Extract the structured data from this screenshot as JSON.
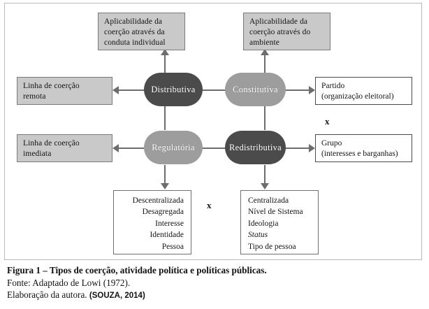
{
  "figure": {
    "top_boxes": [
      {
        "id": "aplicabilidade-conduta",
        "lines": [
          "Aplicabilidade da",
          "coerção através da",
          "conduta individual"
        ]
      },
      {
        "id": "aplicabilidade-ambiente",
        "lines": [
          "Aplicabilidade da",
          "coerção através do",
          "ambiente"
        ]
      }
    ],
    "left_boxes": [
      {
        "id": "linha-remota",
        "lines": [
          "Linha de coerção",
          "remota"
        ]
      },
      {
        "id": "linha-imediata",
        "lines": [
          "Linha de coerção",
          "imediata"
        ]
      }
    ],
    "nodes": [
      {
        "id": "distributiva",
        "label": "Distributiva",
        "tone": "dark",
        "color": "#4b4b4b"
      },
      {
        "id": "constitutiva",
        "label": "Constitutiva",
        "tone": "light",
        "color": "#9d9d9d"
      },
      {
        "id": "regulatoria",
        "label": "Regulatória",
        "tone": "light",
        "color": "#9d9d9d"
      },
      {
        "id": "redistributiva",
        "label": "Redistributiva",
        "tone": "dark",
        "color": "#4b4b4b"
      }
    ],
    "right_boxes": [
      {
        "id": "partido",
        "lines": [
          "Partido",
          "(organização eleitoral)"
        ]
      },
      {
        "id": "grupo",
        "lines": [
          "Grupo",
          "(interesses e barganhas)"
        ]
      }
    ],
    "bottom_lists": [
      {
        "id": "lista-descentralizada",
        "align": "right",
        "items": [
          {
            "text": "Descentralizada",
            "italic": false
          },
          {
            "text": "Desagregada",
            "italic": false
          },
          {
            "text": "Interesse",
            "italic": false
          },
          {
            "text": "Identidade",
            "italic": false
          },
          {
            "text": "Pessoa",
            "italic": false
          }
        ]
      },
      {
        "id": "lista-centralizada",
        "align": "left",
        "items": [
          {
            "text": "Centralizada",
            "italic": false
          },
          {
            "text": "Nível de Sistema",
            "italic": false
          },
          {
            "text": "Ideologia",
            "italic": false
          },
          {
            "text": "Status",
            "italic": true
          },
          {
            "text": "Tipo de pessoa",
            "italic": false
          }
        ]
      }
    ],
    "x_markers": [
      {
        "id": "x-right",
        "label": "x"
      },
      {
        "id": "x-bottom",
        "label": "x"
      }
    ]
  },
  "caption": {
    "line1": "Figura 1 – Tipos de coerção, atividade política e políticas públicas.",
    "line2": "Fonte: Adaptado de Lowi (1972).",
    "line3_main": "Elaboração da autora.",
    "line3_source": "(SOUZA, 2014)"
  }
}
